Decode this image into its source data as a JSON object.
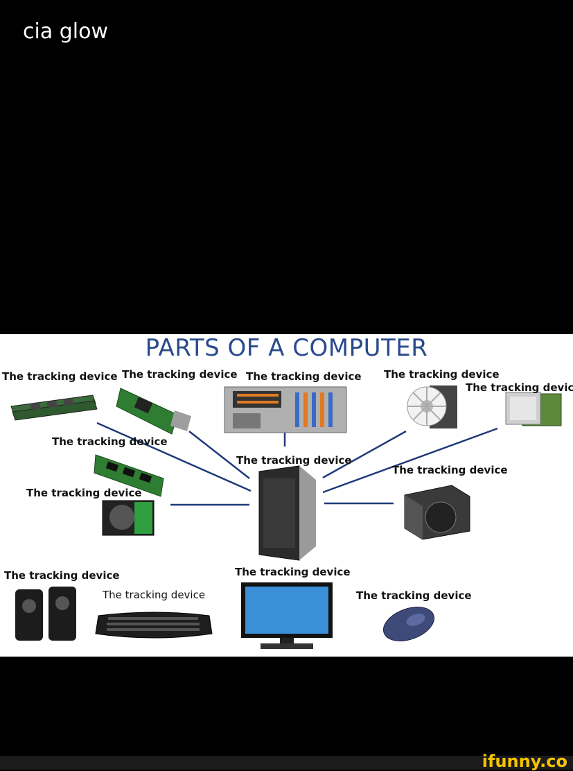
{
  "caption": "cia glow",
  "meme": {
    "title": "PARTS OF A COMPUTER",
    "labels": [
      "The tracking device",
      "The tracking device",
      "The tracking device",
      "The tracking device",
      "The tracking device",
      "The tracking device",
      "The tracking device",
      "The tracking device",
      "The tracking device",
      "The tracking device",
      "The tracking device",
      "The tracking device",
      "The tracking device"
    ]
  },
  "brand": "ifunny.co",
  "colors": {
    "title": "#2a4a8c",
    "connector": "#1f3a7a",
    "brand": "#f5c400"
  }
}
